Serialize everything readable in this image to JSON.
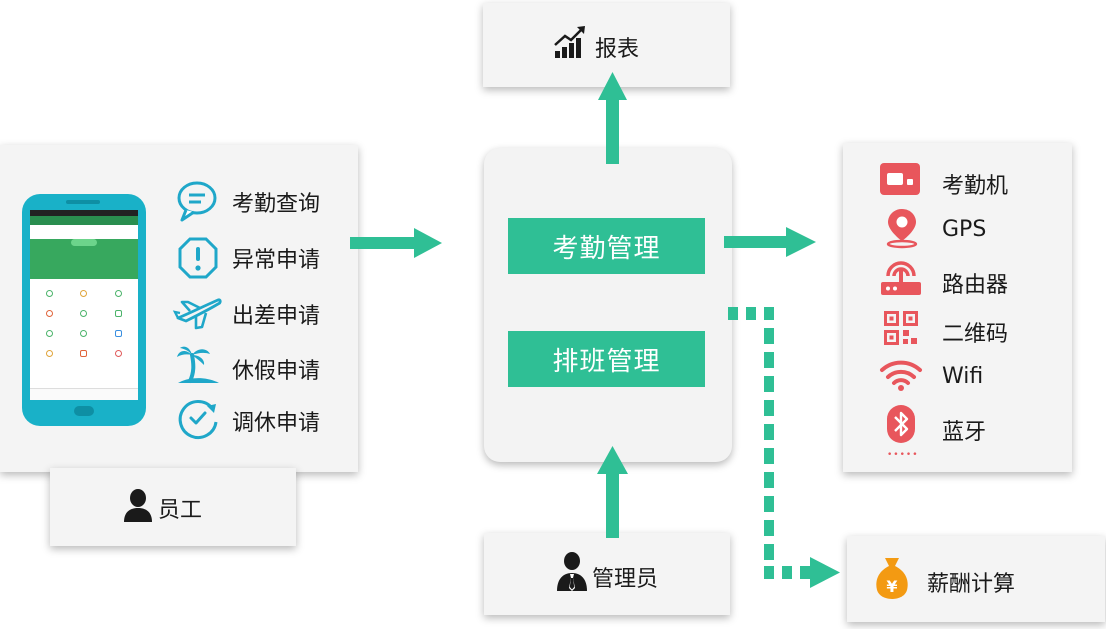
{
  "report": {
    "label": "报表",
    "icon": "chart-up-icon"
  },
  "employee": {
    "label": "员工",
    "icon": "person-icon",
    "items": [
      {
        "label": "考勤查询",
        "icon": "chat-bubble-icon"
      },
      {
        "label": "异常申请",
        "icon": "alert-octagon-icon"
      },
      {
        "label": "出差申请",
        "icon": "airplane-icon"
      },
      {
        "label": "休假申请",
        "icon": "palm-tree-icon"
      },
      {
        "label": "调休申请",
        "icon": "clock-cycle-icon"
      }
    ]
  },
  "center": {
    "attendance": "考勤管理",
    "schedule": "排班管理"
  },
  "manager": {
    "label": "管理员",
    "icon": "manager-icon"
  },
  "methods": [
    {
      "label": "考勤机",
      "icon": "attendance-machine-icon"
    },
    {
      "label": "GPS",
      "icon": "location-pin-icon"
    },
    {
      "label": "路由器",
      "icon": "router-icon"
    },
    {
      "label": "二维码",
      "icon": "qr-code-icon"
    },
    {
      "label": "Wifi",
      "icon": "wifi-icon"
    },
    {
      "label": "蓝牙",
      "icon": "bluetooth-icon"
    }
  ],
  "methods_more": "•••••",
  "salary": {
    "label": "薪酬计算",
    "icon": "money-bag-icon"
  },
  "colors": {
    "accent": "#2fbf95",
    "icon_teal": "#1fa7c9",
    "icon_red": "#e8565c",
    "bag": "#f39a12"
  }
}
